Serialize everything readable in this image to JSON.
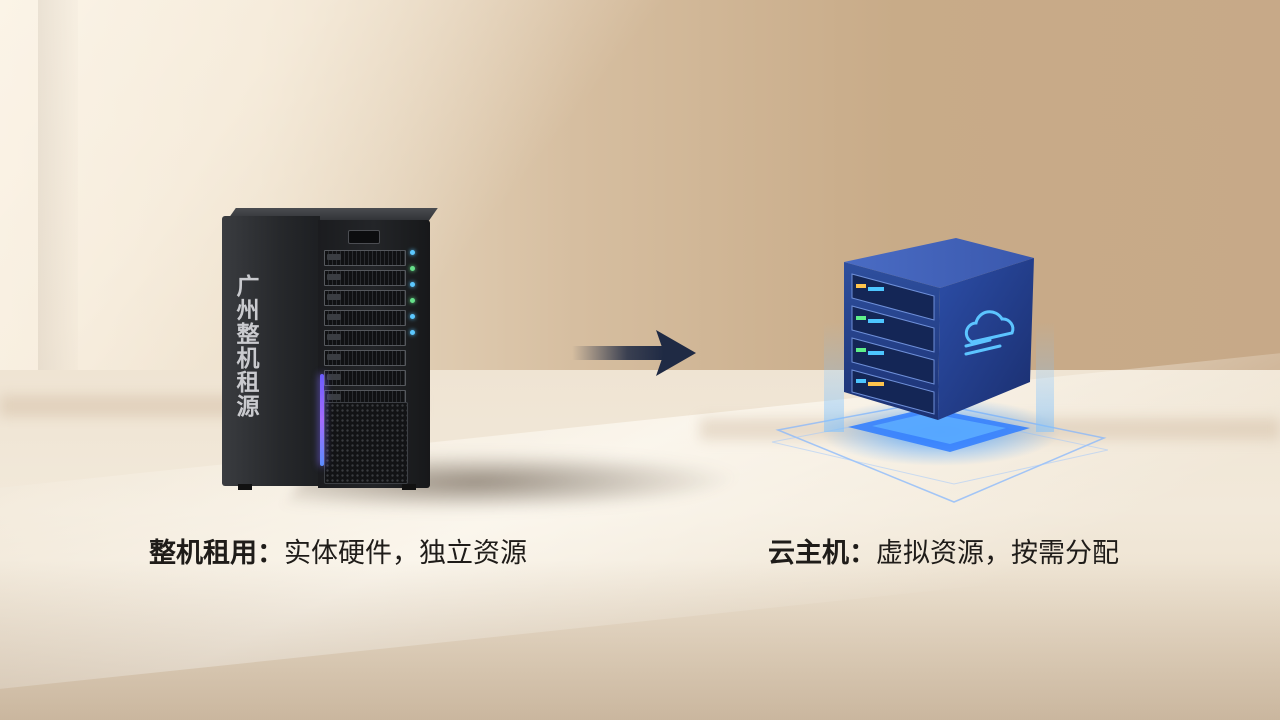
{
  "scene": {
    "physical_server": {
      "side_label": "广州整机租源"
    },
    "captions": {
      "left_bold": "整机租用：",
      "left_text": "实体硬件，独立资源",
      "right_bold": "云主机：",
      "right_text": "虚拟资源，按需分配"
    },
    "colors": {
      "background": "#e9dcc8",
      "tower": "#1d1f22",
      "arrow": "#1f2a44",
      "cube": "#2a4a9a",
      "glow": "#3d8bff",
      "caption": "#1f1c19"
    },
    "icons": [
      "server-tower-icon",
      "arrow-right-icon",
      "cloud-server-cube-icon",
      "cloud-icon"
    ]
  }
}
